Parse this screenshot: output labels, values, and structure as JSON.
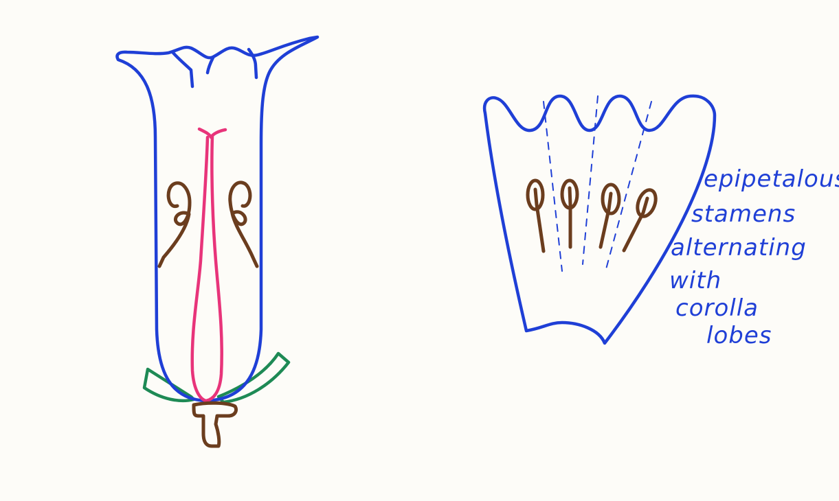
{
  "colors": {
    "background": "#fdfcf8",
    "corolla": "#1f3fd6",
    "pistil": "#e8347a",
    "stamen": "#6b3d1e",
    "sepal": "#1e8a55",
    "label": "#1f3fd6"
  },
  "annotation": {
    "lines": [
      "epipetalous",
      "stamens",
      "alternating",
      "with",
      "corolla",
      "lobes"
    ]
  }
}
